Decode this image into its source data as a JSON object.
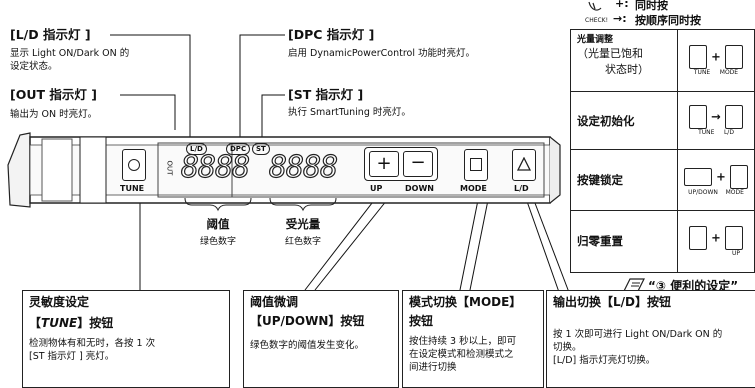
{
  "legend": {
    "check_label": "CHECK!",
    "plus_symbol": "+:",
    "plus_text": "同时按",
    "arrow_symbol": "→:",
    "arrow_text": "按顺序同时按"
  },
  "callouts": {
    "ld": {
      "title": "[L/D 指示灯 ]",
      "desc_lines": [
        "显示 Light ON/Dark ON 的",
        "设定状态。"
      ]
    },
    "out": {
      "title": "[OUT 指示灯 ]",
      "desc": "输出为 ON 时亮灯。"
    },
    "dpc": {
      "title": "[DPC 指示灯 ]",
      "desc": "启用 DynamicPowerControl 功能时亮灯。"
    },
    "st": {
      "title": "[ST 指示灯 ]",
      "desc": "执行 SmartTuning 时亮灯。"
    }
  },
  "device": {
    "out_label": "OUT",
    "ind_ld": "L/D",
    "ind_dpc": "DPC",
    "ind_st": "ST",
    "digits_green": "8888",
    "digits_red": "8888",
    "tune_label": "TUNE",
    "up_label": "UP",
    "down_label": "DOWN",
    "mode_label": "MODE",
    "ld_button_label": "L/D"
  },
  "under_labels": {
    "threshold": "阈值",
    "threshold_sub": "绿色数字",
    "received": "受光量",
    "received_sub": "红色数字"
  },
  "shortcut_table": {
    "rows": [
      {
        "label_lines": [
          "光量调整",
          "（光量已饱和",
          "状态时）"
        ],
        "icon_a": "TUNE",
        "op": "+",
        "icon_b": "MODE"
      },
      {
        "label": "设定初始化",
        "icon_a": "TUNE",
        "op": "→",
        "icon_b": "L/D"
      },
      {
        "label": "按键锁定",
        "icon_a": "UP/DOWN",
        "op": "+",
        "icon_b": "MODE"
      },
      {
        "label": "归零重置",
        "icon_a": "",
        "op": "+",
        "icon_b": "UP"
      }
    ],
    "note": "“③ 便利的设定”"
  },
  "boxes": {
    "sensitivity": {
      "title_line1": "灵敏度设定",
      "title_line2_prefix": "【",
      "title_line2_icon": "TUNE",
      "title_line2_suffix": "】按钮",
      "desc_lines": [
        "检测物体有和无时，各按 1 次",
        "[ST 指示灯 ] 亮灯。"
      ]
    },
    "threshold": {
      "title_line1": "阈值微调",
      "title_line2": "【UP/DOWN】按钮",
      "desc": "绿色数字的阈值发生变化。"
    },
    "mode": {
      "title_line1": "模式切换【MODE】",
      "title_line2": "按钮",
      "desc_lines": [
        "按住持续 3 秒以上，即可",
        "在设定模式和检测模式之",
        "间进行切换"
      ]
    },
    "output": {
      "title": "输出切换【L/D】按钮",
      "desc_lines": [
        "按 1 次即可进行 Light ON/Dark ON 的",
        "切换。",
        "[L/D] 指示灯亮灯切换。"
      ]
    }
  }
}
